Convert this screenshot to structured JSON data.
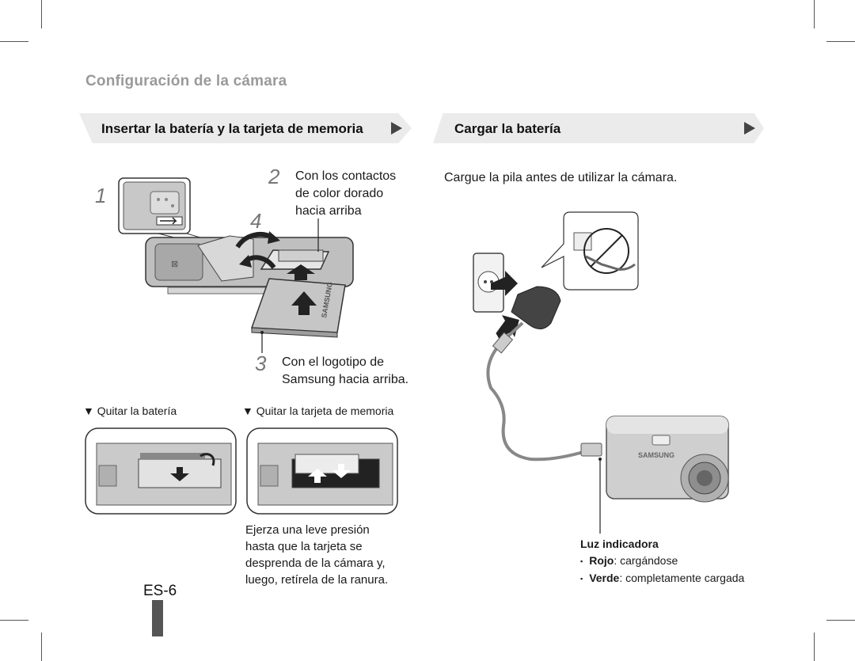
{
  "page": {
    "title": "Configuración de la cámara",
    "page_number": "ES-6"
  },
  "left": {
    "banner": "Insertar la batería y la tarjeta de memoria",
    "step1": "1",
    "step2": "2",
    "step2_lines": [
      "Con los contactos",
      "de color dorado",
      "hacia arriba"
    ],
    "step3": "3",
    "step3_lines": [
      "Con el logotipo de",
      "Samsung hacia arriba."
    ],
    "step4": "4",
    "battery_brand": "SAMSUNG",
    "remove_battery": "▼ Quitar la batería",
    "remove_card": "▼ Quitar la tarjeta de memoria",
    "card_note_lines": [
      "Ejerza una leve presión",
      "hasta que la tarjeta se",
      "desprenda de la cámara y,",
      "luego, retírela de la ranura."
    ]
  },
  "right": {
    "banner": "Cargar la batería",
    "intro": "Cargue la pila antes de utilizar la cámara.",
    "camera_brand": "SAMSUNG",
    "led_title": "Luz indicadora",
    "led_items": [
      {
        "bullet": "▪",
        "color": "Rojo",
        "text": ": cargándose"
      },
      {
        "bullet": "▪",
        "color": "Verde",
        "text": ": completamente cargada"
      }
    ]
  }
}
